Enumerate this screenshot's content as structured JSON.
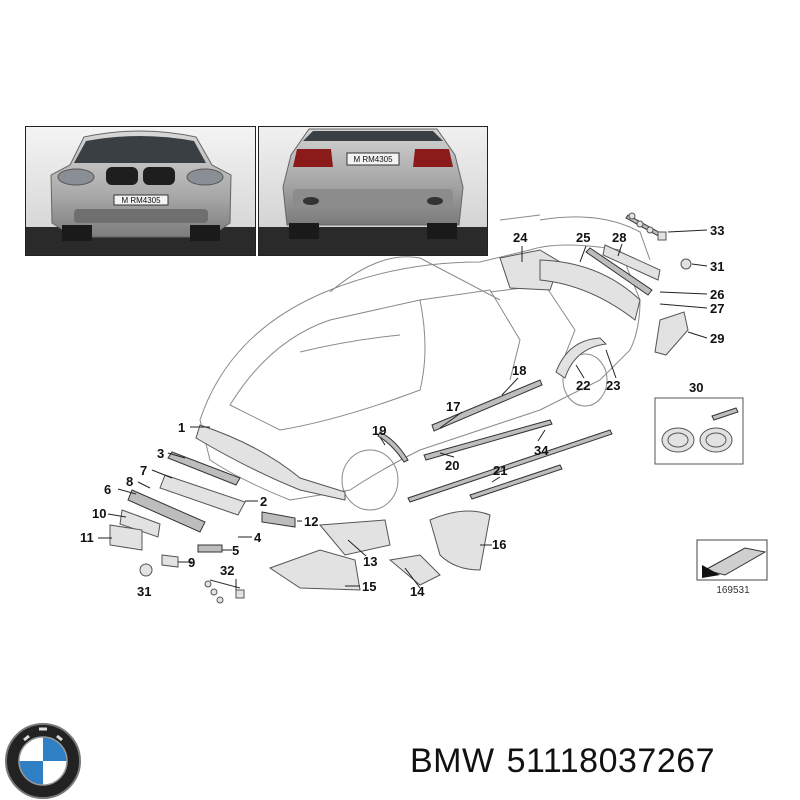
{
  "diagram": {
    "number": "169531",
    "brand": "BMW",
    "part_number": "51118037267",
    "photos": {
      "front_plate": "M RM4305",
      "rear_plate": "M RM4305"
    },
    "callouts": [
      {
        "id": "c1",
        "label": "1"
      },
      {
        "id": "c2",
        "label": "2"
      },
      {
        "id": "c3",
        "label": "3"
      },
      {
        "id": "c4",
        "label": "4"
      },
      {
        "id": "c5",
        "label": "5"
      },
      {
        "id": "c6",
        "label": "6"
      },
      {
        "id": "c7",
        "label": "7"
      },
      {
        "id": "c8",
        "label": "8"
      },
      {
        "id": "c9",
        "label": "9"
      },
      {
        "id": "c10",
        "label": "10"
      },
      {
        "id": "c11",
        "label": "11"
      },
      {
        "id": "c12",
        "label": "12"
      },
      {
        "id": "c13",
        "label": "13"
      },
      {
        "id": "c14",
        "label": "14"
      },
      {
        "id": "c15",
        "label": "15"
      },
      {
        "id": "c16",
        "label": "16"
      },
      {
        "id": "c17",
        "label": "17"
      },
      {
        "id": "c18",
        "label": "18"
      },
      {
        "id": "c19",
        "label": "19"
      },
      {
        "id": "c20",
        "label": "20"
      },
      {
        "id": "c21",
        "label": "21"
      },
      {
        "id": "c22",
        "label": "22"
      },
      {
        "id": "c23",
        "label": "23"
      },
      {
        "id": "c24",
        "label": "24"
      },
      {
        "id": "c25",
        "label": "25"
      },
      {
        "id": "c26",
        "label": "26"
      },
      {
        "id": "c27",
        "label": "27"
      },
      {
        "id": "c28",
        "label": "28"
      },
      {
        "id": "c29",
        "label": "29"
      },
      {
        "id": "c30",
        "label": "30"
      },
      {
        "id": "c31a",
        "label": "31"
      },
      {
        "id": "c31b",
        "label": "31"
      },
      {
        "id": "c32",
        "label": "32"
      },
      {
        "id": "c33",
        "label": "33"
      },
      {
        "id": "c34",
        "label": "34"
      }
    ]
  }
}
